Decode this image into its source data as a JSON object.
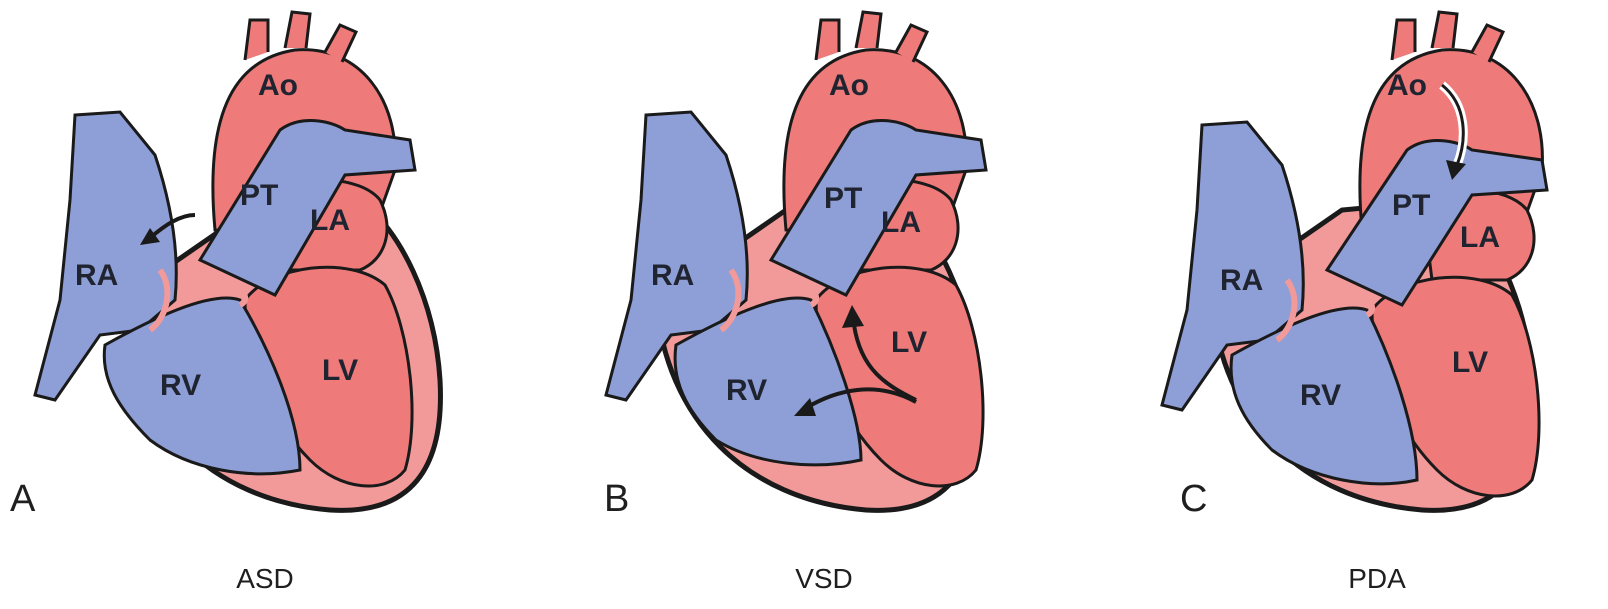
{
  "colors": {
    "oxygenated": "#ef7a7a",
    "deoxygenated": "#8e9ed6",
    "wall": "#f29a9a",
    "outline": "#1a1a1a"
  },
  "panels": [
    {
      "letter": "A",
      "caption": "ASD",
      "labels": {
        "ao": "Ao",
        "pt": "PT",
        "la": "LA",
        "ra": "RA",
        "rv": "RV",
        "lv": "LV"
      },
      "shunt": "atrial"
    },
    {
      "letter": "B",
      "caption": "VSD",
      "labels": {
        "ao": "Ao",
        "pt": "PT",
        "la": "LA",
        "ra": "RA",
        "rv": "RV",
        "lv": "LV"
      },
      "shunt": "ventricular"
    },
    {
      "letter": "C",
      "caption": "PDA",
      "labels": {
        "ao": "Ao",
        "pt": "PT",
        "la": "LA",
        "ra": "RA",
        "rv": "RV",
        "lv": "LV"
      },
      "shunt": "ductal"
    }
  ]
}
